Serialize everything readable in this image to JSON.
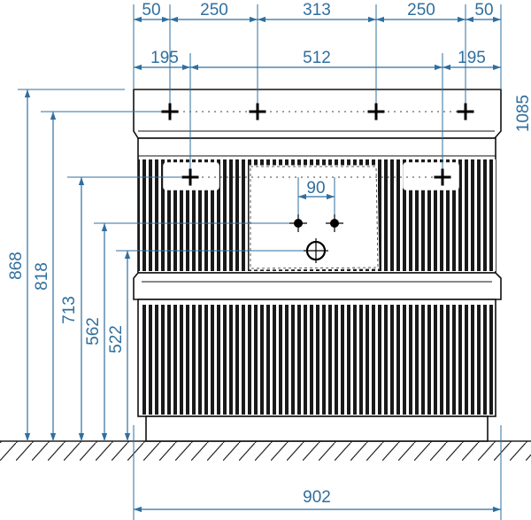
{
  "colors": {
    "dimension": "#2f6f9f",
    "outline": "#111111",
    "ground": "#222222"
  },
  "top_dimensions": [
    "50",
    "250",
    "313",
    "250",
    "50"
  ],
  "second_dimensions": [
    "195",
    "512",
    "195"
  ],
  "inner_dimension": "90",
  "overall_width": "902",
  "side_heights": [
    "868",
    "818",
    "713",
    "562",
    "522"
  ],
  "cut_label": "1085",
  "icons": {
    "mount_point": "mount-cross-icon",
    "hole": "tap-hole-icon",
    "drain": "drain-icon"
  }
}
